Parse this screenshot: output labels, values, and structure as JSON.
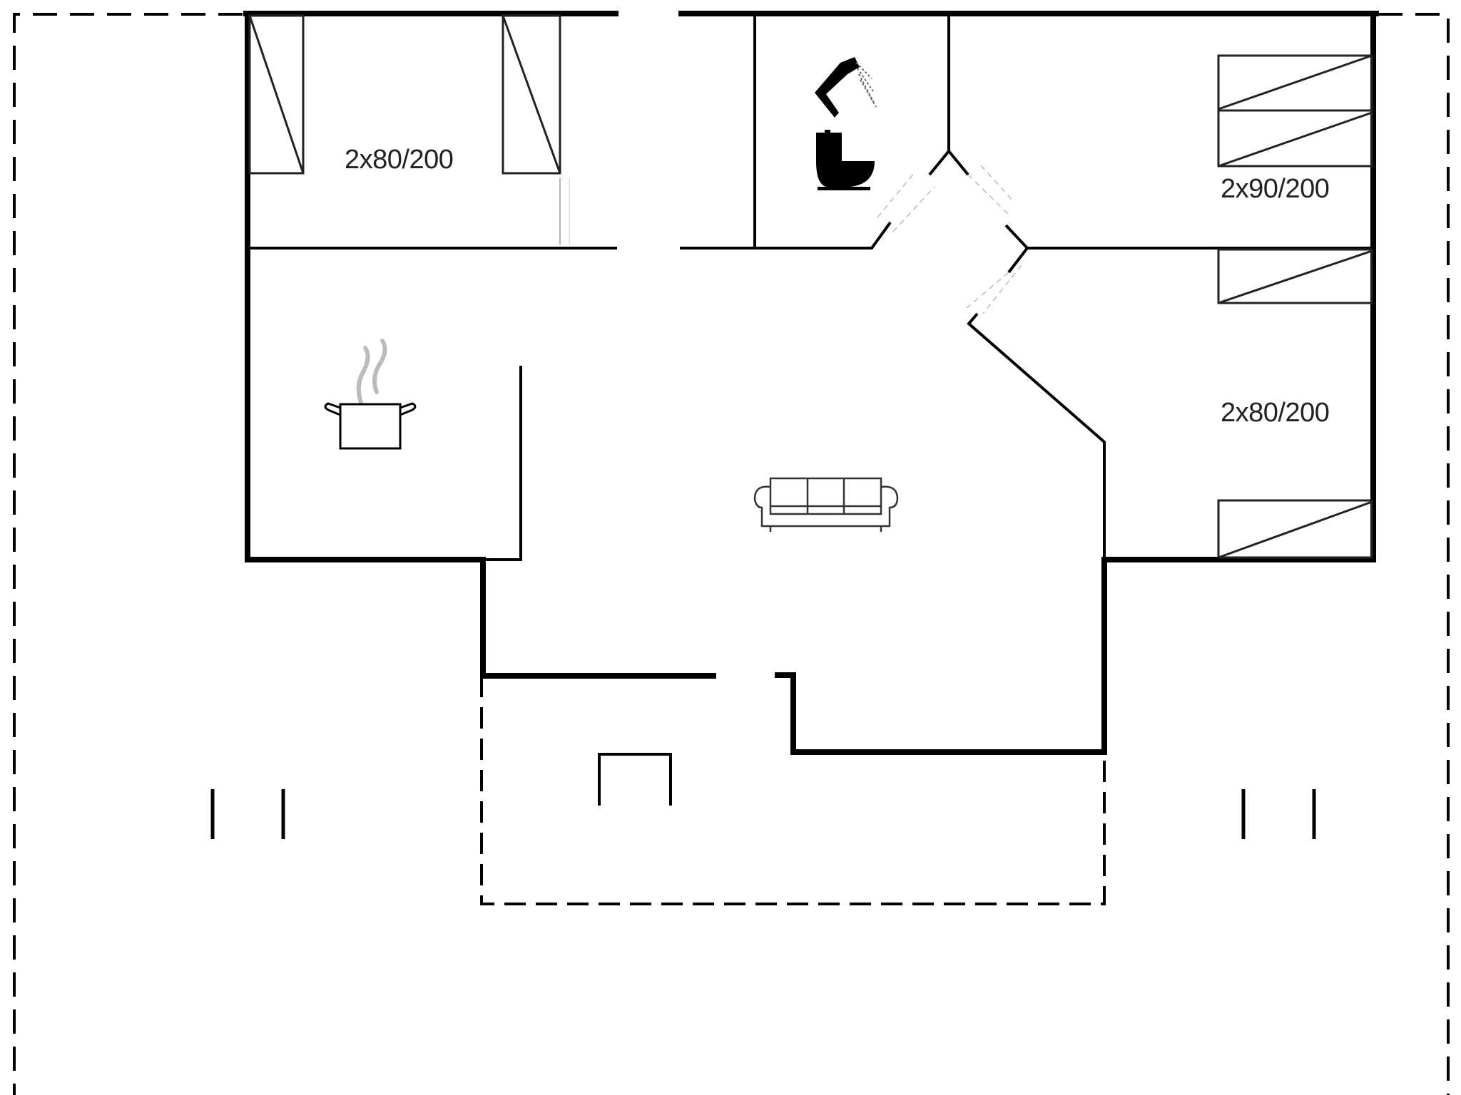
{
  "diagram": {
    "type": "floor-plan",
    "background": "#ffffff",
    "wall_color": "#000000",
    "label_color": "#222222"
  },
  "rooms": [
    {
      "id": "bedroom-top-left",
      "name": "bedroom",
      "label": "2x80/200",
      "icon": "bed-icon"
    },
    {
      "id": "bathroom",
      "name": "bathroom",
      "label": "",
      "icons": [
        "shower-icon",
        "toilet-icon"
      ]
    },
    {
      "id": "bedroom-top-right",
      "name": "bedroom",
      "label": "2x90/200",
      "icon": "bed-icon"
    },
    {
      "id": "bedroom-right",
      "name": "bedroom",
      "label": "2x80/200",
      "icon": "bed-icon"
    },
    {
      "id": "kitchen",
      "name": "kitchen",
      "label": "",
      "icon": "cooking-pot-icon"
    },
    {
      "id": "living-room",
      "name": "living-room",
      "label": "",
      "icon": "sofa-icon"
    },
    {
      "id": "terrace",
      "name": "covered-terrace",
      "label": "",
      "icon": "table-icon"
    }
  ],
  "labels": {
    "bedroom_top_left": "2x80/200",
    "bedroom_top_right": "2x90/200",
    "bedroom_right": "2x80/200"
  }
}
